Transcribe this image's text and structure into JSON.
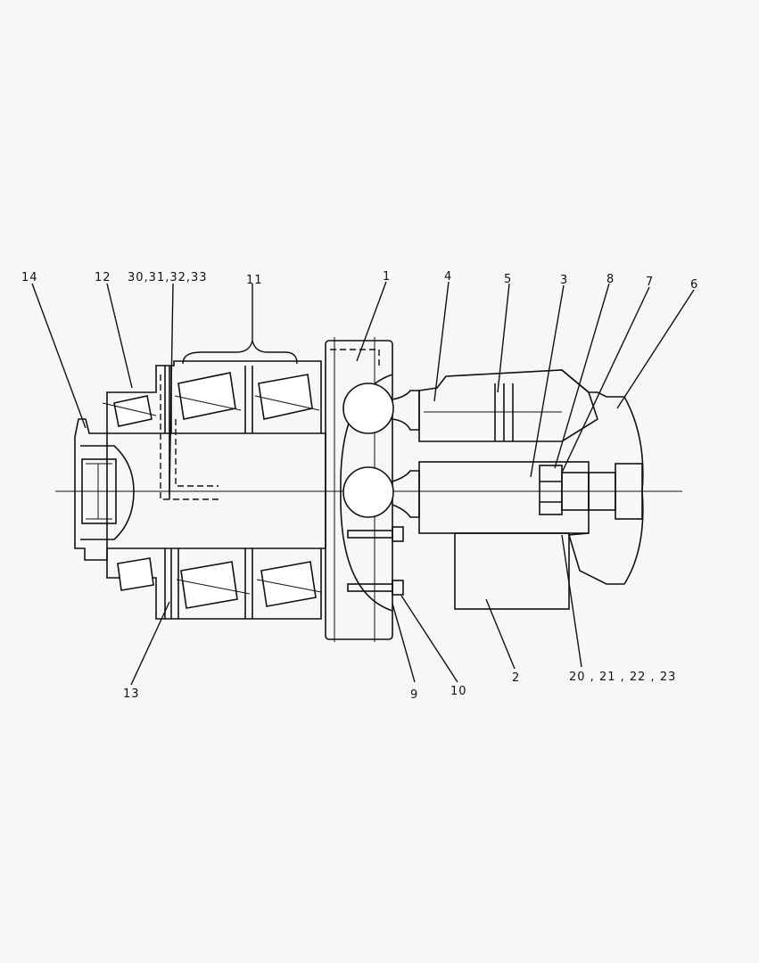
{
  "callouts": {
    "c14": "14",
    "c12": "12",
    "c30": "30,31,32,33",
    "c11": "11",
    "c1": "1",
    "c4": "4",
    "c5": "5",
    "c3": "3",
    "c8": "8",
    "c7": "7",
    "c6": "6",
    "c13": "13",
    "c9": "9",
    "c10": "10",
    "c2": "2",
    "c20": "20 , 21 , 22 , 23"
  }
}
